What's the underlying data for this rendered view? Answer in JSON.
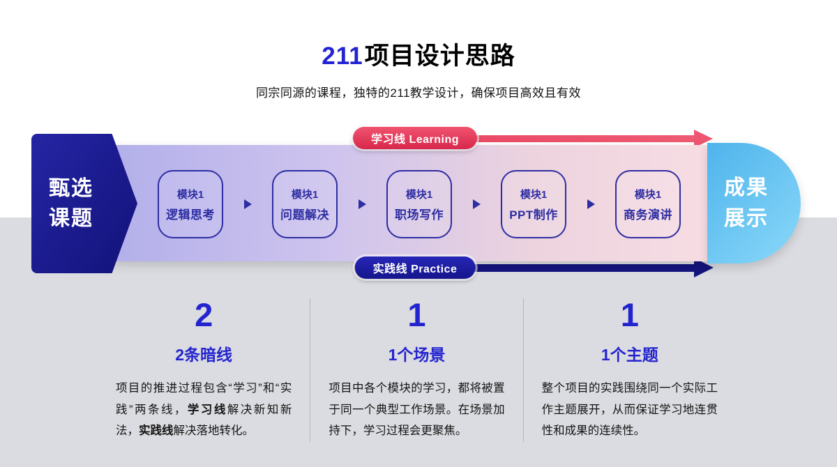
{
  "colors": {
    "accent": "#2323d4",
    "navy": "#14147e",
    "navy-light": "#2d2da2",
    "red": "#e8415f",
    "sky": "#4fb4ec",
    "gray-bg": "#dbdce1",
    "number-blue": "#2424cf"
  },
  "header": {
    "title_accent": "211",
    "title_rest": "项目设计思路",
    "subtitle": "同宗同源的课程，独特的211教学设计，确保项目高效且有效"
  },
  "diagram": {
    "left_block": "甄选\n课题",
    "learning_pill": "学习线 Learning",
    "practice_pill": "实践线 Practice",
    "modules": [
      {
        "tag": "模块1",
        "name": "逻辑思考"
      },
      {
        "tag": "模块1",
        "name": "问题解决"
      },
      {
        "tag": "模块1",
        "name": "职场写作"
      },
      {
        "tag": "模块1",
        "name": "PPT制作"
      },
      {
        "tag": "模块1",
        "name": "商务演讲"
      }
    ],
    "result_block": "成果\n展示"
  },
  "stats": {
    "columns": [
      {
        "number": "2",
        "heading": "2条暗线",
        "body": [
          {
            "t": "项目的推进过程包含“学习”和“实践”两条线，",
            "b": false
          },
          {
            "t": "学习线",
            "b": true
          },
          {
            "t": "解决新知新法，",
            "b": false
          },
          {
            "t": "实践线",
            "b": true
          },
          {
            "t": "解决落地转化。",
            "b": false
          }
        ]
      },
      {
        "number": "1",
        "heading": "1个场景",
        "body": [
          {
            "t": "项目中各个模块的学习，都将被置于同一个典型工作场景。在场景加持下，学习过程会更聚焦。",
            "b": false
          }
        ]
      },
      {
        "number": "1",
        "heading": "1个主题",
        "body": [
          {
            "t": "整个项目的实践围绕同一个实际工作主题展开，从而保证学习地连贯性和成果的连续性。",
            "b": false
          }
        ]
      }
    ]
  }
}
